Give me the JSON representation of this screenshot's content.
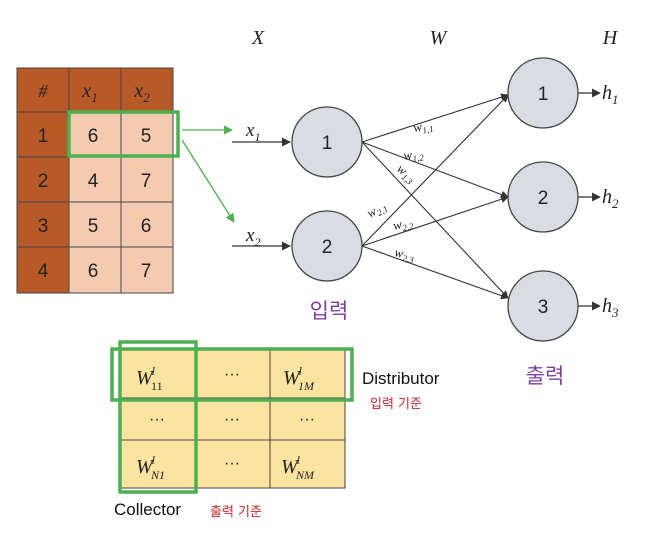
{
  "layer_labels": {
    "input": "X",
    "weights": "W",
    "output": "H"
  },
  "input_table": {
    "headers": [
      "#",
      "x",
      "x"
    ],
    "header_subscripts": [
      "",
      "1",
      "2"
    ],
    "rows": [
      [
        "1",
        "6",
        "5"
      ],
      [
        "2",
        "4",
        "7"
      ],
      [
        "3",
        "5",
        "6"
      ],
      [
        "4",
        "6",
        "7"
      ]
    ],
    "colors": {
      "index_cell": "#b85a27",
      "value_cell": "#f4cbb0",
      "highlight": "#4caf50"
    }
  },
  "input_arrows": [
    {
      "base": "x",
      "sub": "1"
    },
    {
      "base": "x",
      "sub": "2"
    }
  ],
  "input_nodes": [
    "1",
    "2"
  ],
  "output_nodes": [
    "1",
    "2",
    "3"
  ],
  "outputs": [
    {
      "base": "h",
      "sub": "1"
    },
    {
      "base": "h",
      "sub": "2"
    },
    {
      "base": "h",
      "sub": "3"
    }
  ],
  "weights": [
    {
      "base": "w",
      "sub": "1,1"
    },
    {
      "base": "w",
      "sub": "1,2"
    },
    {
      "base": "w",
      "sub": "1,3"
    },
    {
      "base": "w",
      "sub": "2,1"
    },
    {
      "base": "w",
      "sub": "2,2"
    },
    {
      "base": "w",
      "sub": "2,3"
    }
  ],
  "caption_input": "입력",
  "caption_output": "출력",
  "matrix": {
    "cells": [
      [
        {
          "base": "W",
          "sup": "l",
          "sub": "11"
        },
        {
          "text": "···"
        },
        {
          "base": "W",
          "sup": "l",
          "sub": "1M"
        }
      ],
      [
        {
          "text": "···"
        },
        {
          "text": "···"
        },
        {
          "text": "···"
        }
      ],
      [
        {
          "base": "W",
          "sup": "l",
          "sub": "N1"
        },
        {
          "text": "···"
        },
        {
          "base": "W",
          "sup": "l",
          "sub": "NM"
        }
      ]
    ],
    "colors": {
      "cell": "#fbe3a0",
      "highlight": "#4caf50"
    }
  },
  "distributor": {
    "label": "Distributor",
    "note": "입력 기준"
  },
  "collector": {
    "label": "Collector",
    "note": "출력 기준"
  },
  "colors": {
    "node_fill": "#d9dde3",
    "accent_purple": "#7b3fa0",
    "note_red": "#d0262a"
  }
}
